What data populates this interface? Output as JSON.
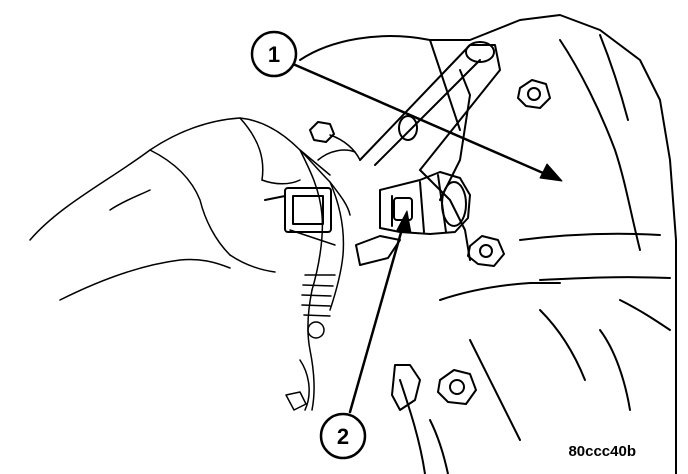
{
  "figure": {
    "id": "80ccc40b"
  },
  "callouts": [
    {
      "number": "1"
    },
    {
      "number": "2"
    }
  ],
  "colors": {
    "ink": "#000000",
    "paper": "#ffffff"
  }
}
